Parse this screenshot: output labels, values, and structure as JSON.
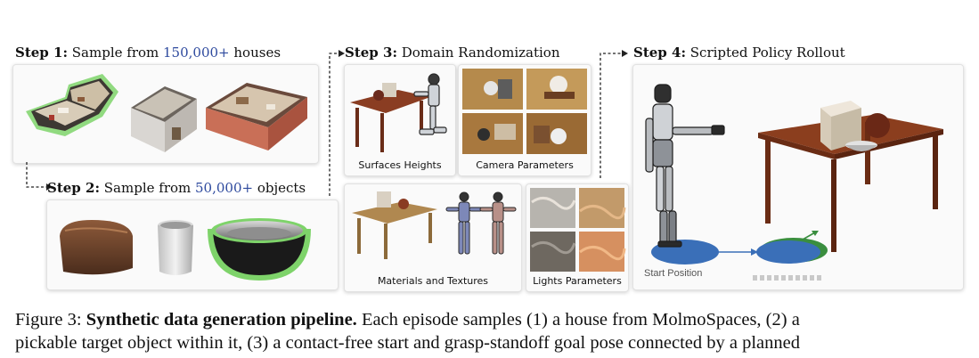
{
  "step1": {
    "label": "Step 1:",
    "text": "Sample from ",
    "highlight": "150,000+",
    "suffix": " houses"
  },
  "step2": {
    "label": "Step 2:",
    "text": "Sample from ",
    "highlight": "50,000+",
    "suffix": " objects"
  },
  "step3": {
    "label": "Step 3:",
    "text": "Domain Randomization"
  },
  "step4": {
    "label": "Step 4:",
    "text": "Scripted Policy Rollout"
  },
  "dr_captions": {
    "surfaces": "Surfaces Heights",
    "camera": "Camera Parameters",
    "materials": "Materials and Textures",
    "lights": "Lights Parameters"
  },
  "rollout": {
    "start_label": "Start Position"
  },
  "caption": {
    "prefix": "Figure 3: ",
    "bold": "Synthetic data generation pipeline.",
    "line1_rest": " Each episode samples (1) a house from MolmoSpaces, (2) a",
    "line2": "pickable target object within it, (3) a contact-free start and grasp-standoff goal pose connected by a planned"
  },
  "colors": {
    "highlight": "#2e4a9e",
    "selection_outline": "#7ed36a",
    "start_disc": "#3a6fb8",
    "goal_disc": "#3a8e3f"
  }
}
